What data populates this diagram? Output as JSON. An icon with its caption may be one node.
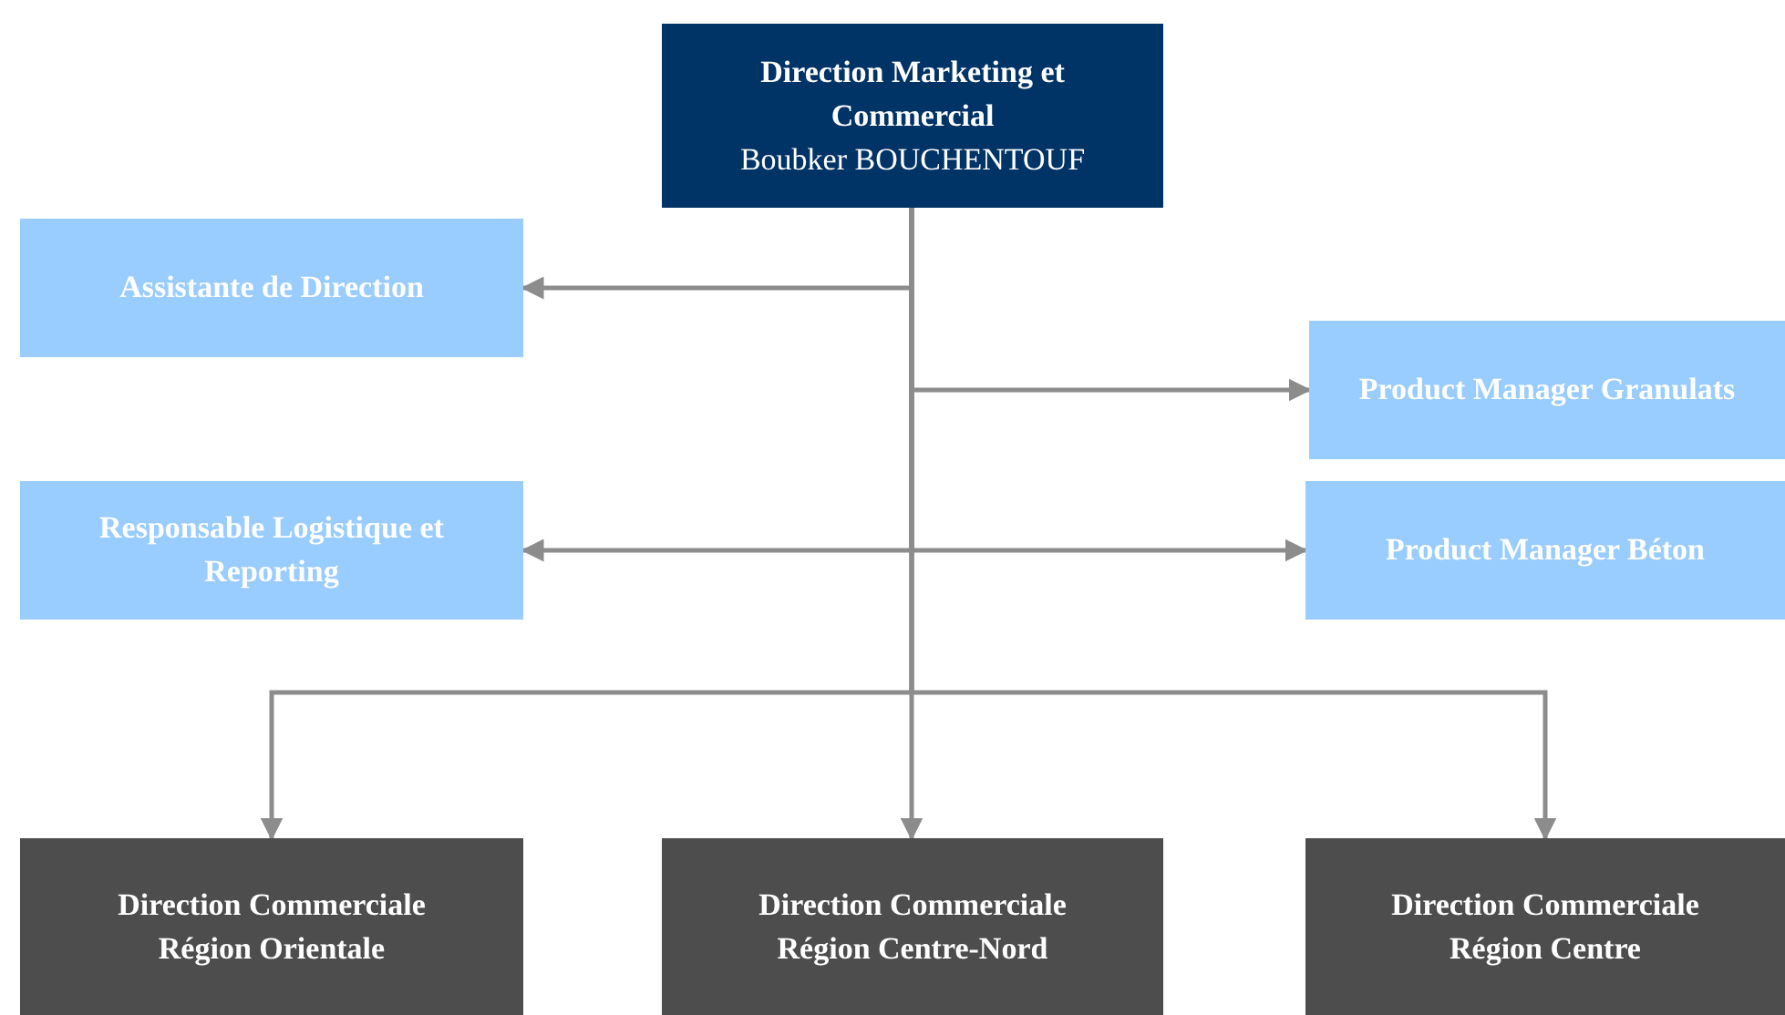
{
  "diagram": {
    "nodes": [
      {
        "text": [
          "Direction Marketing et Commercial",
          "Boubker BOUCHENTOUF"
        ]
      },
      {
        "text": [
          "Assistante de Direction"
        ]
      },
      {
        "text": [
          "Product Manager Granulats"
        ]
      },
      {
        "text": [
          "Responsable Logistique et Reporting"
        ]
      },
      {
        "text": [
          "Product Manager Béton"
        ]
      },
      {
        "text": [
          "Direction Commerciale Région Orientale"
        ]
      },
      {
        "text": [
          "Direction Commerciale Région Centre-Nord"
        ]
      },
      {
        "text": [
          "Direction Commerciale Région Centre"
        ]
      }
    ],
    "edges": [
      {
        "from": 0,
        "to": 1,
        "arrow": "to"
      },
      {
        "from": 0,
        "to": 2,
        "arrow": "to"
      },
      {
        "from": 0,
        "to": 3,
        "arrow": "to"
      },
      {
        "from": 0,
        "to": 4,
        "arrow": "to"
      },
      {
        "from": 0,
        "to": 5,
        "arrow": "to"
      },
      {
        "from": 0,
        "to": 6,
        "arrow": "to"
      },
      {
        "from": 0,
        "to": 7,
        "arrow": "to"
      }
    ]
  }
}
